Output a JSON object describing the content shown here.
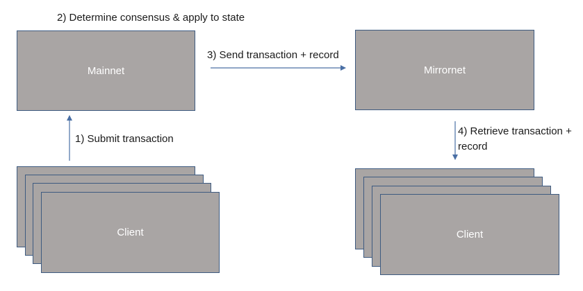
{
  "nodes": {
    "mainnet": "Mainnet",
    "mirrornet": "Mirrornet",
    "client_left": "Client",
    "client_right": "Client"
  },
  "steps": {
    "step1": "1) Submit transaction",
    "step2": "2) Determine consensus & apply to state",
    "step3": "3) Send transaction + record",
    "step4_line1": "4) Retrieve transaction +",
    "step4_line2": "record"
  },
  "colors": {
    "box_fill": "#a9a5a4",
    "box_border": "#3d5a80",
    "arrow": "#4a6fa5"
  }
}
